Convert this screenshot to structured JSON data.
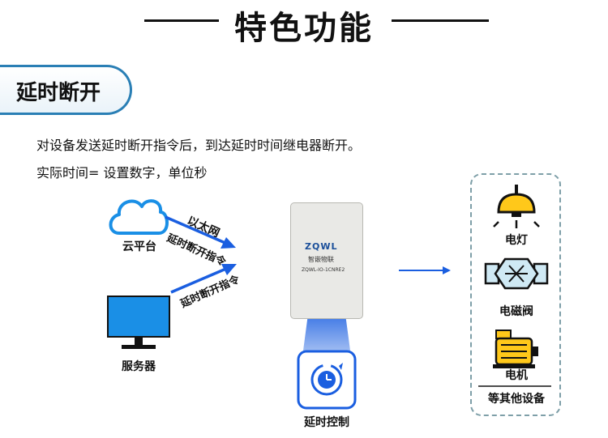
{
  "header": {
    "title": "特色功能"
  },
  "section": {
    "badge": "延时断开"
  },
  "description": {
    "line1": "对设备发送延时断开指令后，到达延时时间继电器断开。",
    "line2": "实际时间= 设置数字，单位秒"
  },
  "diagram": {
    "cloud_label": "云平台",
    "server_label": "服务器",
    "ethernet_label": "以太网",
    "command_label_1": "延时断开指令",
    "command_label_2": "延时断开指令",
    "device_brand": "ZQWL",
    "device_brand_sub": "智嵌物联",
    "device_model": "ZQWL-IO-1CNRE2",
    "timer_label": "延时控制",
    "accent_color": "#1a5ee0"
  },
  "devices_panel": {
    "items": [
      {
        "label": "电灯",
        "icon": "lamp-icon"
      },
      {
        "label": "电磁阀",
        "icon": "solenoid-valve-icon"
      },
      {
        "label": "电机",
        "icon": "motor-icon"
      }
    ],
    "footer": "等其他设备"
  }
}
